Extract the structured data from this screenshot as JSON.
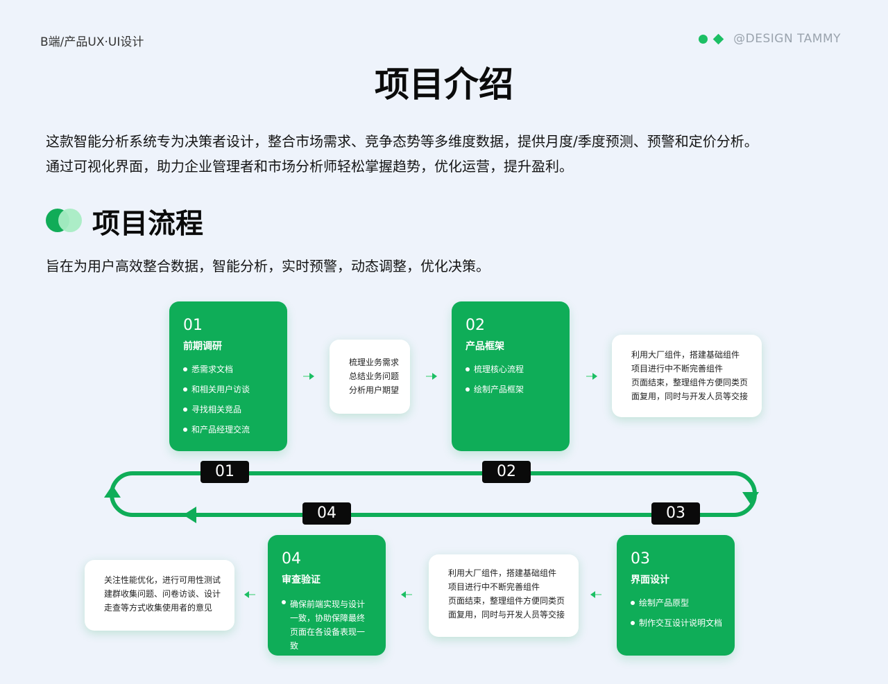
{
  "header": {
    "brand": "B端/产品UX·UI设计",
    "signature": "@DESIGN TAMMY"
  },
  "title": "项目介绍",
  "intro": {
    "line1": "这款智能分析系统专为决策者设计，整合市场需求、竞争态势等多维度数据，提供月度/季度预测、预警和定价分析。",
    "line2": "通过可视化界面，助力企业管理者和市场分析师轻松掌握趋势，优化运营，提升盈利。"
  },
  "section": {
    "title": "项目流程",
    "subtitle": "旨在为用户高效整合数据，智能分析，实时预警，动态调整，优化决策。"
  },
  "stages": [
    {
      "num": "01",
      "name": "前期调研",
      "items": [
        "悉需求文档",
        "和相关用户访谈",
        "寻找相关竞品",
        "和产品经理交流"
      ]
    },
    {
      "num": "02",
      "name": "产品框架",
      "items": [
        "梳理核心流程",
        "绘制产品框架"
      ]
    },
    {
      "num": "03",
      "name": "界面设计",
      "items": [
        "绘制产品原型",
        "制作交互设计说明文档"
      ]
    },
    {
      "num": "04",
      "name": "审查验证",
      "items": [
        "确保前端实现与设计一致，协助保障最终页面在各设备表现一致"
      ]
    }
  ],
  "notes": {
    "n1": [
      "梳理业务需求",
      "总结业务问题",
      "分析用户期望"
    ],
    "n2": [
      "利用大厂组件，搭建基础组件",
      "项目进行中不断完善组件",
      "页面结束，整理组件方便同类页",
      "面复用，同时与开发人员等交接"
    ],
    "n3": [
      "利用大厂组件，搭建基础组件",
      "项目进行中不断完善组件",
      "页面结束，整理组件方便同类页",
      "面复用，同时与开发人员等交接"
    ],
    "n4": [
      "关注性能优化，进行可用性测试",
      "建群收集问题、问卷访谈、设计",
      "走查等方式收集使用者的意见"
    ]
  },
  "loop_tags": [
    "01",
    "02",
    "03",
    "04"
  ],
  "colors": {
    "green": "#0fad58",
    "light_green": "#a8ecc4",
    "background": "#eef3fb",
    "tag": "#0a0a0a"
  }
}
